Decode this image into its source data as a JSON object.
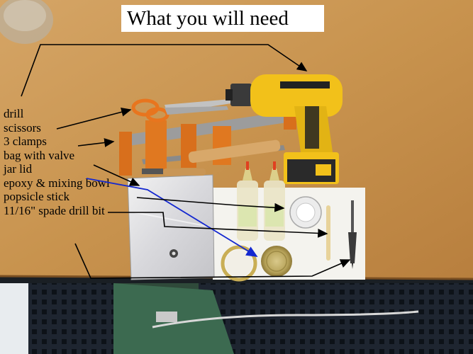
{
  "title": "What you will need",
  "labels": [
    "drill",
    "scissors",
    "3 clamps",
    "bag with valve",
    "jar lid",
    "epoxy & mixing bowl",
    "popsicle stick",
    "11/16\" spade drill bit"
  ],
  "colors": {
    "table": "#c8964f",
    "drill_yellow": "#f2c11a",
    "clamp_orange": "#e07820",
    "annotation_black": "#000000",
    "annotation_blue": "#1428d0",
    "floor_dark": "#1a1f24"
  }
}
